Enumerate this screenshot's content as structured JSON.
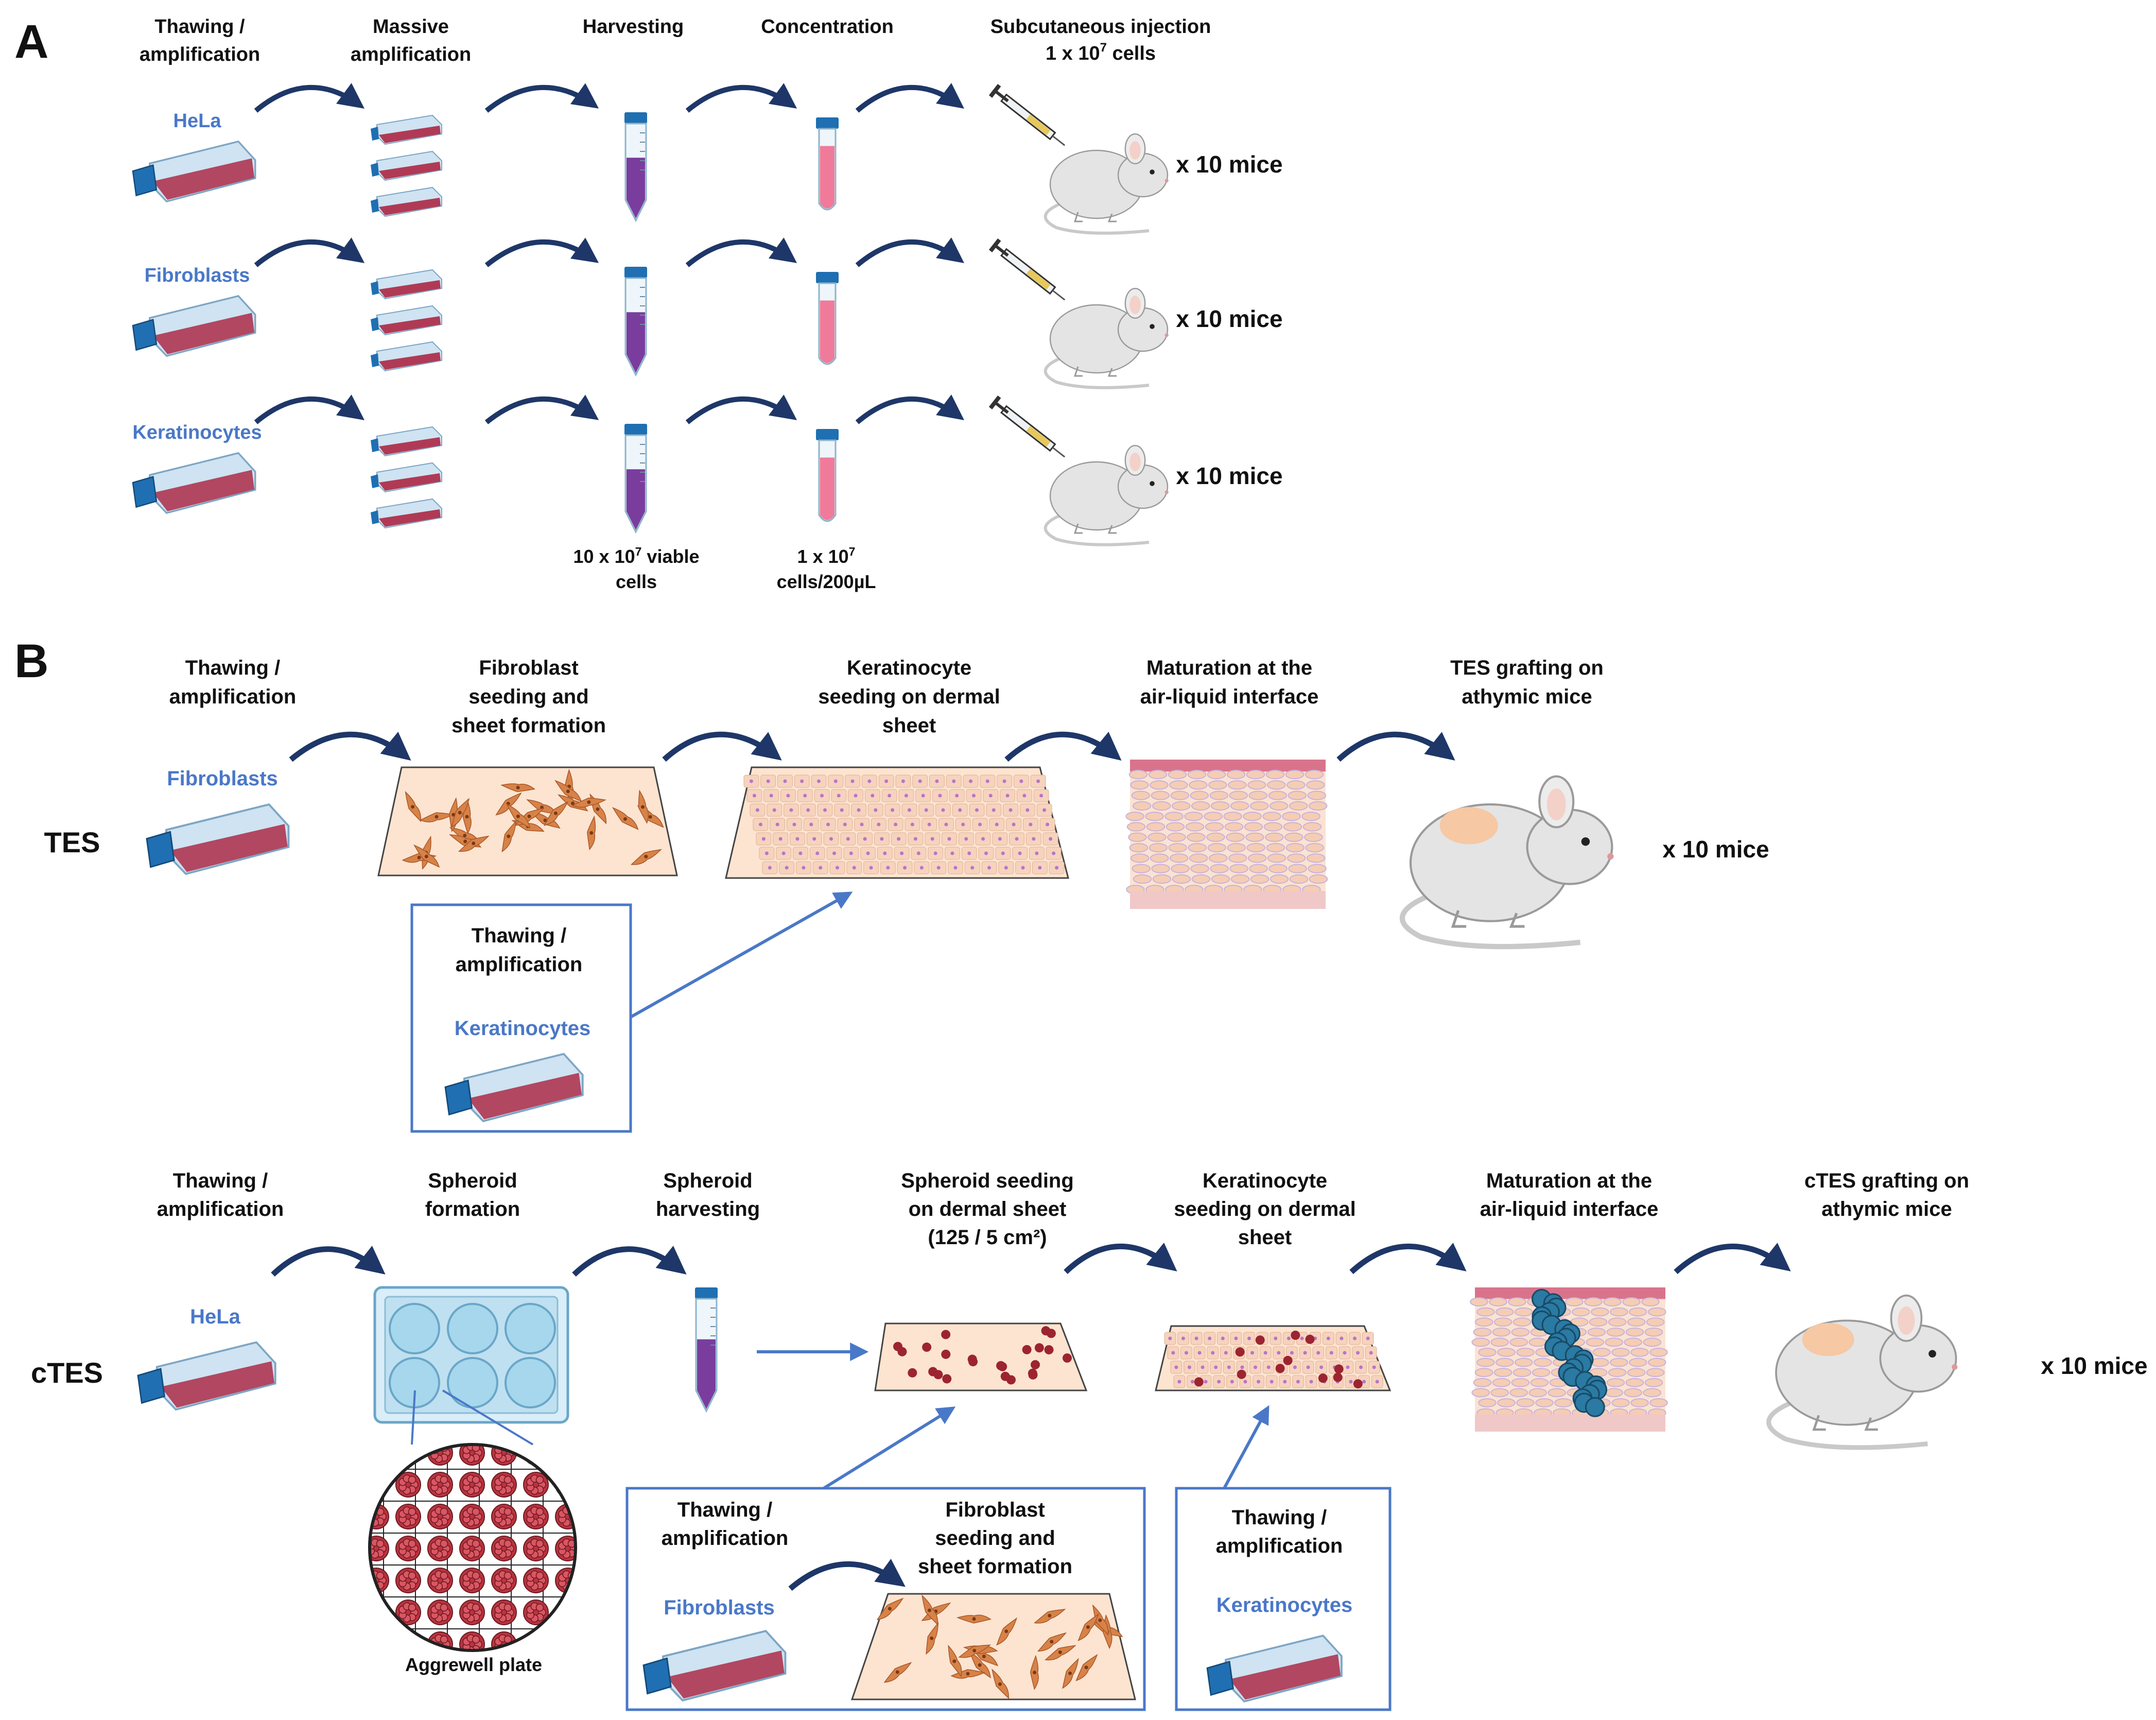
{
  "panel_a": {
    "letter": "A",
    "headers": {
      "thawing": [
        "Thawing /",
        "amplification"
      ],
      "massive": [
        "Massive",
        "amplification"
      ],
      "harvesting": "Harvesting",
      "concentration": "Concentration",
      "injection": [
        "Subcutaneous injection",
        "1 x 10",
        "7",
        " cells"
      ]
    },
    "rows": [
      {
        "cell": "HeLa",
        "mice": "x 10 mice"
      },
      {
        "cell": "Fibroblasts",
        "mice": "x 10 mice"
      },
      {
        "cell": "Keratinocytes",
        "mice": "x 10 mice"
      }
    ],
    "notes": {
      "harvest": [
        "10 x 10",
        "7",
        " viable",
        "cells"
      ],
      "conc": [
        "1 x 10",
        "7",
        "cells/200µL"
      ]
    }
  },
  "panel_b": {
    "letter": "B",
    "tes": {
      "label": "TES",
      "headers": {
        "thawing": [
          "Thawing /",
          "amplification"
        ],
        "fibro": [
          "Fibroblast",
          "seeding and",
          "sheet formation"
        ],
        "kera": [
          "Keratinocyte",
          "seeding on dermal",
          "sheet"
        ],
        "matur": [
          "Maturation at the",
          "air-liquid interface"
        ],
        "graft": [
          "TES grafting on",
          "athymic mice"
        ]
      },
      "cell": "Fibroblasts",
      "mice": "x 10 mice",
      "box": {
        "title": [
          "Thawing /",
          "amplification"
        ],
        "cell": "Keratinocytes"
      }
    },
    "ctes": {
      "label": "cTES",
      "headers": {
        "thawing": [
          "Thawing /",
          "amplification"
        ],
        "spheroid_formation": [
          "Spheroid",
          "formation"
        ],
        "spheroid_harvest": [
          "Spheroid",
          "harvesting"
        ],
        "spheroid_seed": [
          "Spheroid seeding",
          "on dermal sheet",
          "(125 / 5 cm²)"
        ],
        "kera": [
          "Keratinocyte",
          "seeding on dermal",
          "sheet"
        ],
        "matur": [
          "Maturation at the",
          "air-liquid interface"
        ],
        "graft": [
          "cTES grafting on",
          "athymic mice"
        ]
      },
      "cell": "HeLa",
      "mice": "x 10 mice",
      "plate_label": "Aggrewell plate",
      "box1": {
        "title": [
          "Thawing /",
          "amplification"
        ],
        "step": [
          "Fibroblast",
          "seeding and",
          "sheet formation"
        ],
        "cell": "Fibroblasts"
      },
      "box2": {
        "title": [
          "Thawing /",
          "amplification"
        ],
        "cell": "Keratinocytes"
      }
    }
  },
  "colors": {
    "text": "#111111",
    "cell_label": "#4a78c8",
    "arrow": "#1e3768",
    "link_arrow": "#4a78c8",
    "flask_body": "#b03a55",
    "flask_glass": "#cfe3f2",
    "flask_cap": "#1f6fb2",
    "tube_purple": "#7a3d9e",
    "tube_pink": "#f07a9a",
    "sheet_fill": "#fce4d0",
    "mouse": "#e4e4e4",
    "spot": "#9c2430"
  }
}
